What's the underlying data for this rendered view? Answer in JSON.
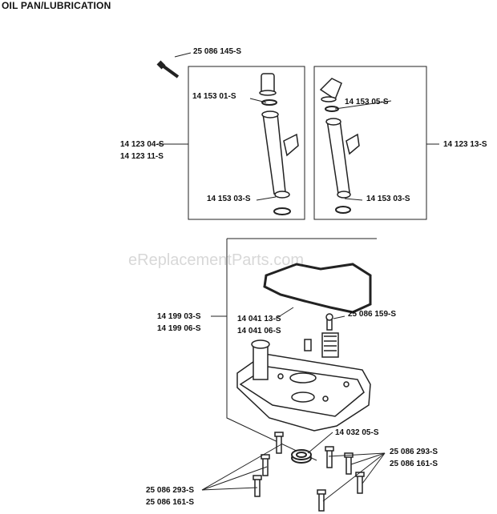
{
  "title": "OIL PAN/LUBRICATION",
  "watermark": "eReplacementParts.com",
  "parts": {
    "bolt_top": "25 086 145-S",
    "cap_left_oring": "14 153 01-S",
    "tube_left_a": "14 123 04-S",
    "tube_left_b": "14 123 11-S",
    "oring_left_bottom": "14 153 03-S",
    "cap_right_oring": "14 153 05-S",
    "tube_right": "14 123 13-S",
    "oring_right_bottom": "14 153 03-S",
    "oilpan_a": "14 199 03-S",
    "oilpan_b": "14 199 06-S",
    "gasket_a": "14 041 13-S",
    "gasket_b": "14 041 06-S",
    "governor_screw": "25 086 159-S",
    "seal": "14 032 05-S",
    "screws_right_a": "25 086 293-S",
    "screws_right_b": "25 086 161-S",
    "screws_left_a": "25 086 293-S",
    "screws_left_b": "25 086 161-S"
  }
}
